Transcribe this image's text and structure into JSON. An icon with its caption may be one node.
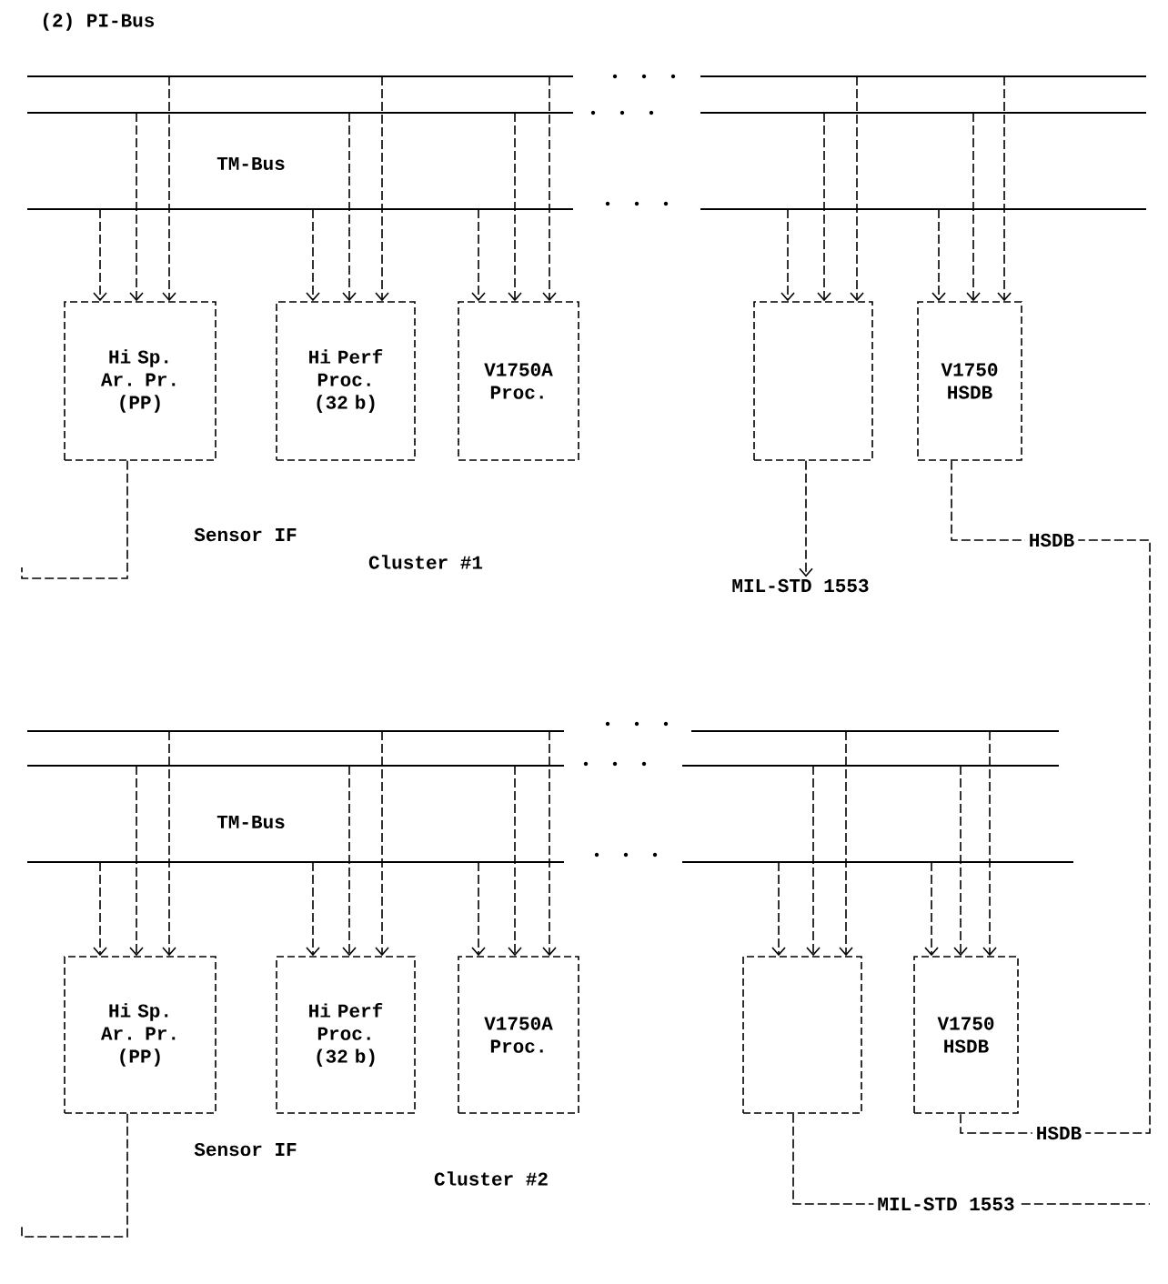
{
  "diagram": {
    "title": "(2) PI-Bus",
    "nodes": [
      {
        "text": [],
        "shape": "bar"
      },
      {
        "text": [],
        "shape": "bar"
      },
      {
        "text": [],
        "shape": "bar"
      },
      {
        "text": [],
        "shape": "bar"
      },
      {
        "text": [],
        "shape": "bar"
      },
      {
        "text": [],
        "shape": "bar"
      },
      {
        "text": [
          "Hi Sp. Ar. Pr. (PP)"
        ]
      },
      {
        "text": [
          "Hi Perf Proc. (32 b)"
        ]
      },
      {
        "text": [
          "V1750A Proc."
        ]
      },
      {
        "text": [],
        "shape": "box"
      },
      {
        "text": [
          "V1750 HSDB"
        ]
      },
      {
        "text": [
          "MIL-STD 1553"
        ]
      },
      {
        "text": [],
        "shape": "bar"
      },
      {
        "text": [],
        "shape": "bar"
      },
      {
        "text": [],
        "shape": "bar"
      },
      {
        "text": [],
        "shape": "bar"
      },
      {
        "text": [],
        "shape": "bar"
      },
      {
        "text": [],
        "shape": "bar"
      },
      {
        "text": [
          "Hi Sp. Ar. Pr. (PP)"
        ]
      },
      {
        "text": [
          "Hi Perf Proc. (32 b)"
        ]
      },
      {
        "text": [
          "V1750A Proc."
        ]
      },
      {
        "text": [],
        "shape": "box"
      },
      {
        "text": [
          "V1750 HSDB"
        ]
      }
    ],
    "edges": [
      {
        "from": 4,
        "to": 6,
        "arrow": "to"
      },
      {
        "from": 2,
        "to": 6,
        "arrow": "to"
      },
      {
        "from": 0,
        "to": 6,
        "arrow": "to"
      },
      {
        "from": 4,
        "to": 7,
        "arrow": "to"
      },
      {
        "from": 2,
        "to": 7,
        "arrow": "to"
      },
      {
        "from": 0,
        "to": 7,
        "arrow": "to"
      },
      {
        "from": 4,
        "to": 8,
        "arrow": "to"
      },
      {
        "from": 2,
        "to": 8,
        "arrow": "to"
      },
      {
        "from": 0,
        "to": 8,
        "arrow": "to"
      },
      {
        "from": 5,
        "to": 9,
        "arrow": "to"
      },
      {
        "from": 3,
        "to": 9,
        "arrow": "to"
      },
      {
        "from": 1,
        "to": 9,
        "arrow": "to"
      },
      {
        "from": 5,
        "to": 10,
        "arrow": "to"
      },
      {
        "from": 3,
        "to": 10,
        "arrow": "to"
      },
      {
        "from": 1,
        "to": 10,
        "arrow": "to"
      },
      {
        "from": 16,
        "to": 18,
        "arrow": "to"
      },
      {
        "from": 14,
        "to": 18,
        "arrow": "to"
      },
      {
        "from": 12,
        "to": 18,
        "arrow": "to"
      },
      {
        "from": 16,
        "to": 19,
        "arrow": "to"
      },
      {
        "from": 14,
        "to": 19,
        "arrow": "to"
      },
      {
        "from": 12,
        "to": 19,
        "arrow": "to"
      },
      {
        "from": 16,
        "to": 20,
        "arrow": "to"
      },
      {
        "from": 14,
        "to": 20,
        "arrow": "to"
      },
      {
        "from": 12,
        "to": 20,
        "arrow": "to"
      },
      {
        "from": 17,
        "to": 21,
        "arrow": "to"
      },
      {
        "from": 15,
        "to": 21,
        "arrow": "to"
      },
      {
        "from": 13,
        "to": 21,
        "arrow": "to"
      },
      {
        "from": 17,
        "to": 22,
        "arrow": "to"
      },
      {
        "from": 15,
        "to": 22,
        "arrow": "to"
      },
      {
        "from": 13,
        "to": 22,
        "arrow": "to"
      },
      {
        "from": 6,
        "to": null,
        "arrow": "none",
        "label": "Sensor IF"
      },
      {
        "from": 9,
        "to": 11,
        "arrow": "to"
      },
      {
        "from": 10,
        "to": 22,
        "arrow": "none",
        "label": "HSDB"
      },
      {
        "from": 18,
        "to": null,
        "arrow": "none",
        "label": "Sensor IF"
      },
      {
        "from": 21,
        "to": null,
        "arrow": "none",
        "label": "MIL-STD 1553"
      }
    ],
    "labels": [
      "TM-Bus",
      "Cluster #1",
      "TM-Bus",
      "HSDB",
      "Cluster #2"
    ]
  }
}
